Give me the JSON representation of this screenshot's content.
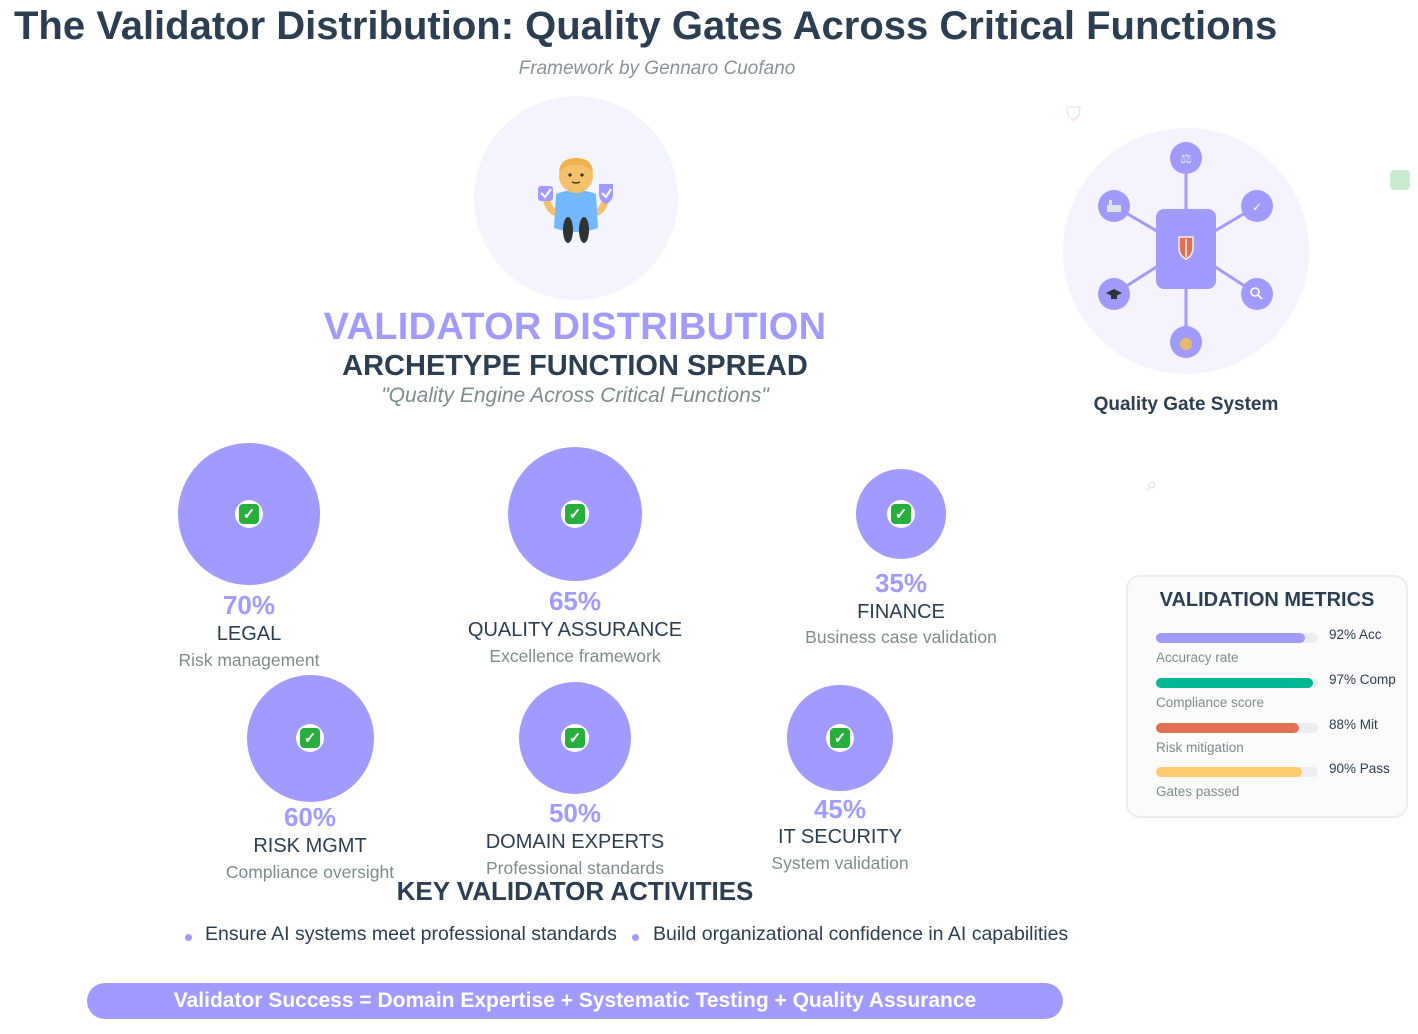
{
  "header": {
    "title": "The Validator Distribution: Quality Gates Across Critical Functions",
    "subtitle": "Framework by Gennaro Cuofano"
  },
  "hero": {
    "icon": "validator-person-icon",
    "title": "VALIDATOR DISTRIBUTION",
    "subtitle": "ARCHETYPE FUNCTION SPREAD",
    "quote": "\"Quality Engine Across Critical Functions\""
  },
  "quality_gate": {
    "caption": "Quality Gate System",
    "center_icon": "shield-icon",
    "node_icons": [
      "scales-icon",
      "check-icon",
      "magnifier-icon",
      "money-bag-icon",
      "graduation-cap-icon",
      "factory-icon"
    ]
  },
  "functions": [
    {
      "percent": "70%",
      "name": "LEGAL",
      "desc": "Risk management",
      "value": 70
    },
    {
      "percent": "65%",
      "name": "QUALITY ASSURANCE",
      "desc": "Excellence framework",
      "value": 65
    },
    {
      "percent": "35%",
      "name": "FINANCE",
      "desc": "Business case validation",
      "value": 35
    },
    {
      "percent": "60%",
      "name": "RISK MGMT",
      "desc": "Compliance oversight",
      "value": 60
    },
    {
      "percent": "50%",
      "name": "DOMAIN EXPERTS",
      "desc": "Professional standards",
      "value": 50
    },
    {
      "percent": "45%",
      "name": "IT SECURITY",
      "desc": "System validation",
      "value": 45
    }
  ],
  "metrics": {
    "title": "VALIDATION METRICS",
    "items": [
      {
        "value_text": "92% Acc",
        "label": "Accuracy rate",
        "fraction": 0.92,
        "color": "#a29bfe"
      },
      {
        "value_text": "97% Comp",
        "label": "Compliance score",
        "fraction": 0.97,
        "color": "#00b894"
      },
      {
        "value_text": "88% Mit",
        "label": "Risk mitigation",
        "fraction": 0.88,
        "color": "#e17055"
      },
      {
        "value_text": "90% Pass",
        "label": "Gates passed",
        "fraction": 0.9,
        "color": "#fdcb6e"
      }
    ]
  },
  "activities": {
    "title": "KEY VALIDATOR ACTIVITIES",
    "items": [
      "Ensure AI systems meet professional standards",
      "Build organizational confidence in AI capabilities"
    ]
  },
  "formula": "Validator Success = Domain Expertise + Systematic Testing + Quality Assurance",
  "colors": {
    "accent": "#a29bfe",
    "dark": "#2c3e50",
    "muted": "#7f8c8d"
  }
}
